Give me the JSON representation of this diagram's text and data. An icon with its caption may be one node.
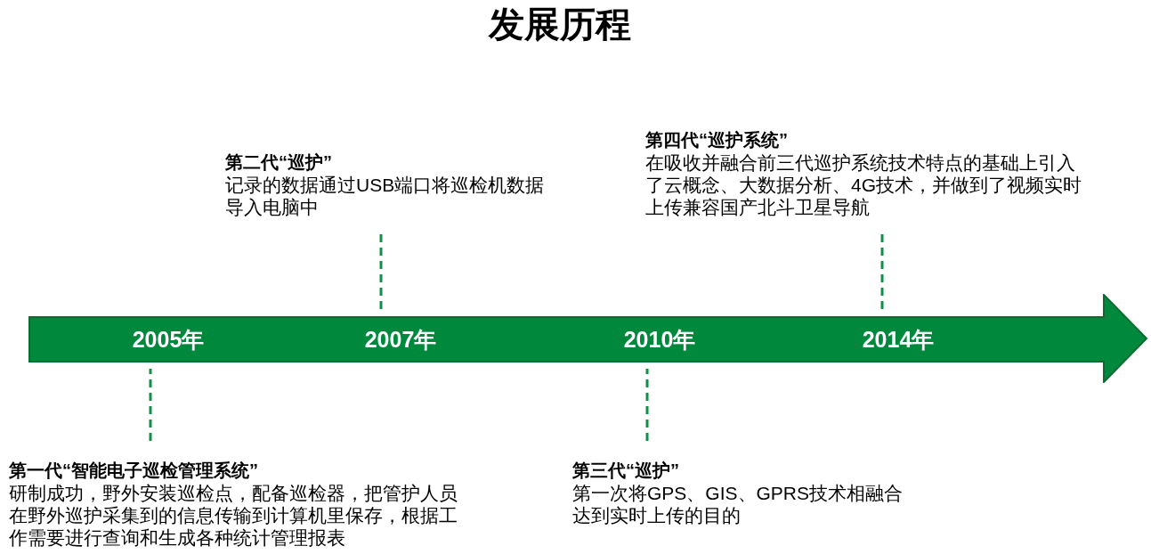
{
  "diagram": {
    "title": "发展历程",
    "nodes": [
      {
        "text": [
          "2005年",
          "2007年",
          "2010年",
          "2014年"
        ]
      },
      {
        "text": [
          "第一代“智能电子巡检管理系统”",
          "研制成功，野外安装巡检点，配备巡检器，把管护人员在野外巡护采集到的信息传输到计算机里保存，根据工作需要进行查询和生成各种统计管理报表"
        ]
      },
      {
        "text": [
          "第二代“巡护”",
          "记录的数据通过USB端口将巡检机数据导入电脑中"
        ]
      },
      {
        "text": [
          "第三代“巡护”",
          "第一次将GPS、GIS、GPRS技术相融合达到实时上传的目的"
        ]
      },
      {
        "text": [
          "第四代“巡护系统”",
          "在吸收并融合前三代巡护系统技术特点的基础上引入了云概念、大数据分析、4G技术，并做到了视频实时上传兼容国产北斗卫星导航"
        ]
      }
    ],
    "edges": [
      {
        "from": 1,
        "to": 0,
        "arrow": "none",
        "style": "dashed"
      },
      {
        "from": 2,
        "to": 0,
        "arrow": "none",
        "style": "dashed"
      },
      {
        "from": 3,
        "to": 0,
        "arrow": "none",
        "style": "dashed"
      },
      {
        "from": 4,
        "to": 0,
        "arrow": "none",
        "style": "dashed"
      }
    ]
  }
}
